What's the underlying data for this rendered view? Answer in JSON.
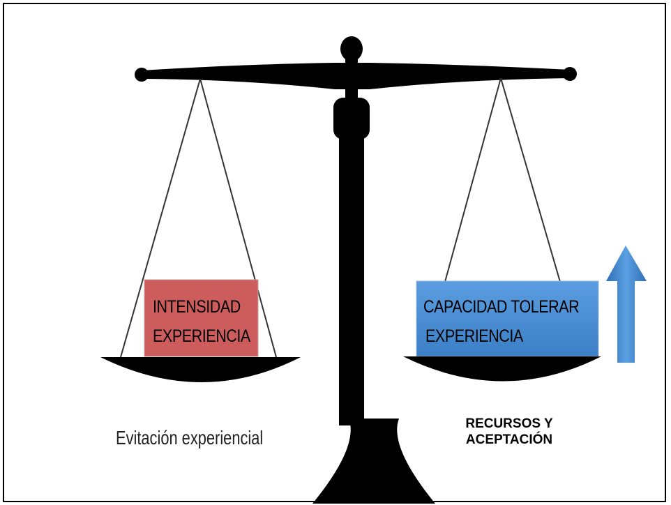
{
  "left_pan": {
    "box_line1": "INTENSIDAD",
    "box_line2": "EXPERIENCIA",
    "box_color": "#cd5c5c",
    "caption": "Evitación experiencial"
  },
  "right_pan": {
    "box_line1": "CAPACIDAD  TOLERAR",
    "box_line2": "EXPERIENCIA",
    "box_color": "#4f8fd6",
    "caption_line1": "RECURSOS Y",
    "caption_line2": "ACEPTACIÓN"
  },
  "arrow": {
    "direction": "up",
    "color": "#3a82c9"
  }
}
